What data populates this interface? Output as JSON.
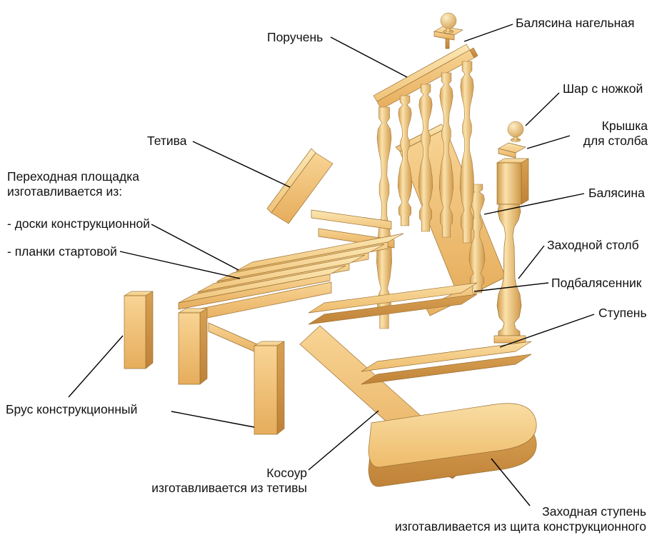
{
  "labels": {
    "handrail": "Поручень",
    "baluster_dowel": "Балясина нагельная",
    "ball_with_leg": "Шар с ножкой",
    "post_cap": "Крышка\nдля столба",
    "stringer": "Тетива",
    "platform": "Переходная площадка\nизготавливается из:",
    "platform_board": "- доски конструкционной",
    "platform_plank": "- планки стартовой",
    "baluster": "Балясина",
    "entry_post": "Заходной столб",
    "under_baluster_rail": "Подбалясенник",
    "step": "Ступень",
    "structural_beam": "Брус конструкционный",
    "kosour": "Косоур\nизготавливается из тетивы",
    "entry_step": "Заходная ступень\nизготавливается из щита конструкционного"
  },
  "colors": {
    "background": "#ffffff",
    "wood_light": "#fce7b4",
    "wood_face": "#f8d494",
    "wood_dark": "#bf8238",
    "outline": "#9a7133",
    "leader_line": "#000000",
    "label_text": "#111111"
  }
}
